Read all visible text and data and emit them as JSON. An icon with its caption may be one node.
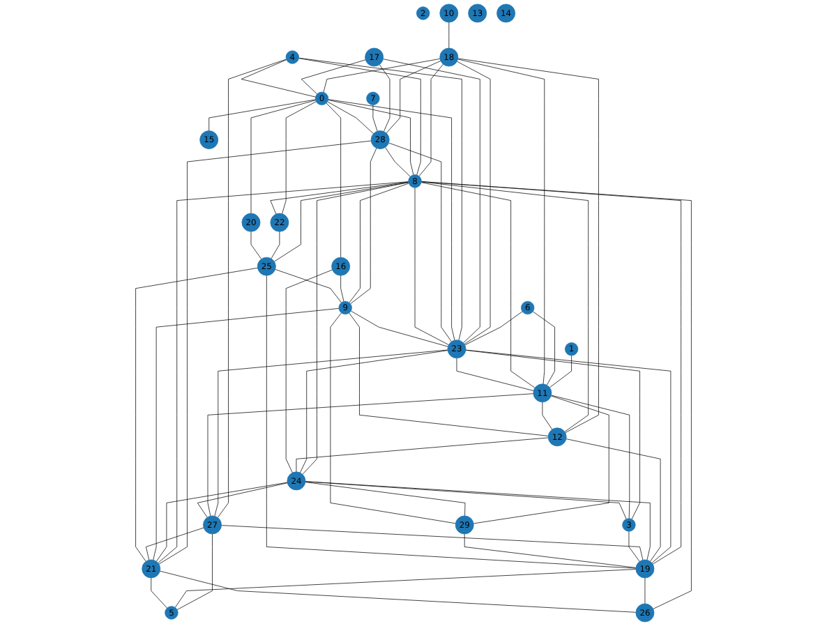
{
  "diagram": {
    "nodes": [
      {
        "text": [
          "0"
        ]
      },
      {
        "text": [
          "1"
        ]
      },
      {
        "text": [
          "2"
        ]
      },
      {
        "text": [
          "3"
        ]
      },
      {
        "text": [
          "4"
        ]
      },
      {
        "text": [
          "5"
        ]
      },
      {
        "text": [
          "6"
        ]
      },
      {
        "text": [
          "7"
        ]
      },
      {
        "text": [
          "8"
        ]
      },
      {
        "text": [
          "9"
        ]
      },
      {
        "text": [
          "10"
        ]
      },
      {
        "text": [
          "11"
        ]
      },
      {
        "text": [
          "12"
        ]
      },
      {
        "text": [
          "13"
        ]
      },
      {
        "text": [
          "14"
        ]
      },
      {
        "text": [
          "15"
        ]
      },
      {
        "text": [
          "16"
        ]
      },
      {
        "text": [
          "17"
        ]
      },
      {
        "text": [
          "18"
        ]
      },
      {
        "text": [
          "19"
        ]
      },
      {
        "text": [
          "20"
        ]
      },
      {
        "text": [
          "21"
        ]
      },
      {
        "text": [
          "22"
        ]
      },
      {
        "text": [
          "23"
        ]
      },
      {
        "text": [
          "24"
        ]
      },
      {
        "text": [
          "25"
        ]
      },
      {
        "text": [
          "26"
        ]
      },
      {
        "text": [
          "27"
        ]
      },
      {
        "text": [
          "28"
        ]
      },
      {
        "text": [
          "29"
        ]
      }
    ],
    "edges": [
      {
        "from": 10,
        "to": 18,
        "arrow": "none"
      },
      {
        "from": 1,
        "to": 11,
        "arrow": "none"
      },
      {
        "from": 6,
        "to": 11,
        "arrow": "none"
      },
      {
        "from": 6,
        "to": 23,
        "arrow": "none"
      },
      {
        "from": 18,
        "to": 11,
        "arrow": "none"
      },
      {
        "from": 18,
        "to": 12,
        "arrow": "none"
      },
      {
        "from": 18,
        "to": 23,
        "arrow": "none"
      },
      {
        "from": 18,
        "to": 8,
        "arrow": "none"
      },
      {
        "from": 18,
        "to": 0,
        "arrow": "none"
      },
      {
        "from": 18,
        "to": 28,
        "arrow": "none"
      },
      {
        "from": 17,
        "to": 23,
        "arrow": "none"
      },
      {
        "from": 17,
        "to": 28,
        "arrow": "none"
      },
      {
        "from": 17,
        "to": 0,
        "arrow": "none"
      },
      {
        "from": 7,
        "to": 28,
        "arrow": "none"
      },
      {
        "from": 4,
        "to": 0,
        "arrow": "none"
      },
      {
        "from": 4,
        "to": 23,
        "arrow": "none"
      },
      {
        "from": 4,
        "to": 8,
        "arrow": "none"
      },
      {
        "from": 4,
        "to": 27,
        "arrow": "none"
      },
      {
        "from": 0,
        "to": 15,
        "arrow": "none"
      },
      {
        "from": 0,
        "to": 22,
        "arrow": "none"
      },
      {
        "from": 0,
        "to": 16,
        "arrow": "none"
      },
      {
        "from": 0,
        "to": 20,
        "arrow": "none"
      },
      {
        "from": 0,
        "to": 8,
        "arrow": "none"
      },
      {
        "from": 0,
        "to": 28,
        "arrow": "none"
      },
      {
        "from": 0,
        "to": 23,
        "arrow": "none"
      },
      {
        "from": 28,
        "to": 23,
        "arrow": "none"
      },
      {
        "from": 28,
        "to": 8,
        "arrow": "none"
      },
      {
        "from": 28,
        "to": 21,
        "arrow": "none"
      },
      {
        "from": 28,
        "to": 9,
        "arrow": "none"
      },
      {
        "from": 8,
        "to": 23,
        "arrow": "none"
      },
      {
        "from": 9,
        "to": 23,
        "arrow": "none"
      },
      {
        "from": 8,
        "to": 24,
        "arrow": "none"
      },
      {
        "from": 8,
        "to": 19,
        "arrow": "none"
      },
      {
        "from": 8,
        "to": 21,
        "arrow": "none"
      },
      {
        "from": 8,
        "to": 26,
        "arrow": "none"
      },
      {
        "from": 8,
        "to": 22,
        "arrow": "none"
      },
      {
        "from": 8,
        "to": 9,
        "arrow": "none"
      },
      {
        "from": 8,
        "to": 25,
        "arrow": "none"
      },
      {
        "from": 8,
        "to": 11,
        "arrow": "none"
      },
      {
        "from": 8,
        "to": 12,
        "arrow": "none"
      },
      {
        "from": 23,
        "to": 11,
        "arrow": "none"
      },
      {
        "from": 23,
        "to": 3,
        "arrow": "none"
      },
      {
        "from": 23,
        "to": 27,
        "arrow": "none"
      },
      {
        "from": 23,
        "to": 19,
        "arrow": "none"
      },
      {
        "from": 23,
        "to": 24,
        "arrow": "none"
      },
      {
        "from": 11,
        "to": 12,
        "arrow": "none"
      },
      {
        "from": 11,
        "to": 3,
        "arrow": "none"
      },
      {
        "from": 11,
        "to": 29,
        "arrow": "none"
      },
      {
        "from": 11,
        "to": 27,
        "arrow": "none"
      },
      {
        "from": 12,
        "to": 9,
        "arrow": "none"
      },
      {
        "from": 12,
        "to": 24,
        "arrow": "none"
      },
      {
        "from": 12,
        "to": 19,
        "arrow": "none"
      },
      {
        "from": 16,
        "to": 9,
        "arrow": "none"
      },
      {
        "from": 16,
        "to": 24,
        "arrow": "none"
      },
      {
        "from": 25,
        "to": 9,
        "arrow": "none"
      },
      {
        "from": 24,
        "to": 27,
        "arrow": "none"
      },
      {
        "from": 24,
        "to": 3,
        "arrow": "none"
      },
      {
        "from": 24,
        "to": 29,
        "arrow": "none"
      },
      {
        "from": 24,
        "to": 21,
        "arrow": "none"
      },
      {
        "from": 24,
        "to": 19,
        "arrow": "none"
      },
      {
        "from": 9,
        "to": 29,
        "arrow": "none"
      },
      {
        "from": 9,
        "to": 21,
        "arrow": "none"
      },
      {
        "from": 27,
        "to": 19,
        "arrow": "none"
      },
      {
        "from": 27,
        "to": 21,
        "arrow": "none"
      },
      {
        "from": 27,
        "to": 5,
        "arrow": "none"
      },
      {
        "from": 3,
        "to": 19,
        "arrow": "none"
      },
      {
        "from": 29,
        "to": 19,
        "arrow": "none"
      },
      {
        "from": 19,
        "to": 5,
        "arrow": "none"
      },
      {
        "from": 19,
        "to": 26,
        "arrow": "none"
      },
      {
        "from": 19,
        "to": 25,
        "arrow": "none"
      },
      {
        "from": 21,
        "to": 5,
        "arrow": "none"
      },
      {
        "from": 21,
        "to": 25,
        "arrow": "none"
      },
      {
        "from": 21,
        "to": 26,
        "arrow": "none"
      },
      {
        "from": 22,
        "to": 25,
        "arrow": "none"
      },
      {
        "from": 20,
        "to": 25,
        "arrow": "none"
      }
    ]
  }
}
